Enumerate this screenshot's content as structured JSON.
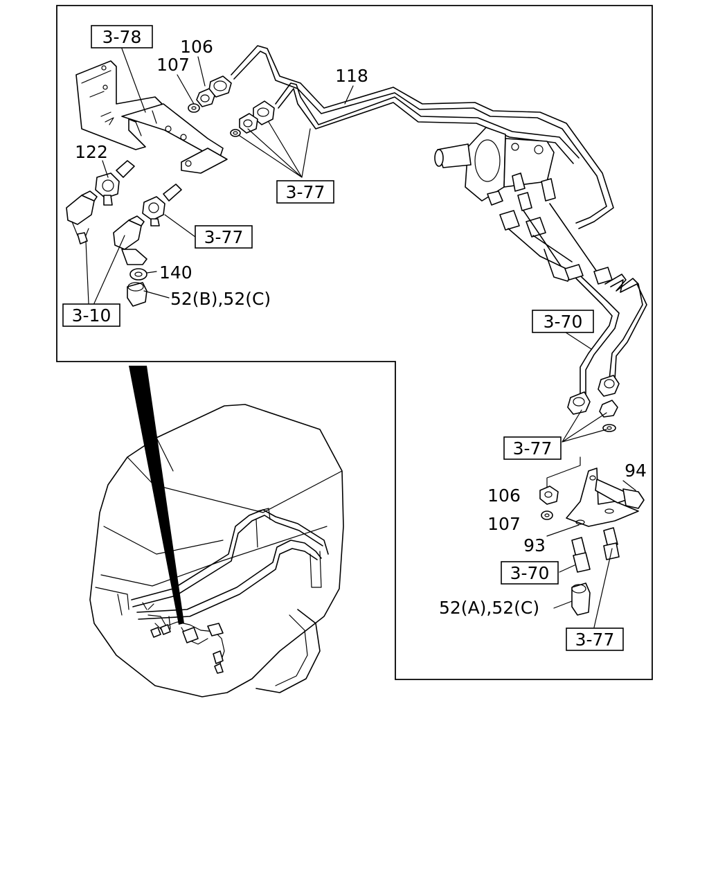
{
  "diagram": {
    "labels": {
      "ref_3_78": "3-78",
      "p106_top": "106",
      "p107_top": "107",
      "p118": "118",
      "p122": "122",
      "ref_3_77_a": "3-77",
      "ref_3_77_b": "3-77",
      "p140": "140",
      "p52_bc": "52(B),52(C)",
      "ref_3_10": "3-10",
      "ref_3_70_a": "3-70",
      "ref_3_77_c": "3-77",
      "p94": "94",
      "p106_bottom": "106",
      "p107_bottom": "107",
      "p93": "93",
      "ref_3_70_b": "3-70",
      "p52_ac": "52(A),52(C)",
      "ref_3_77_d": "3-77"
    }
  }
}
